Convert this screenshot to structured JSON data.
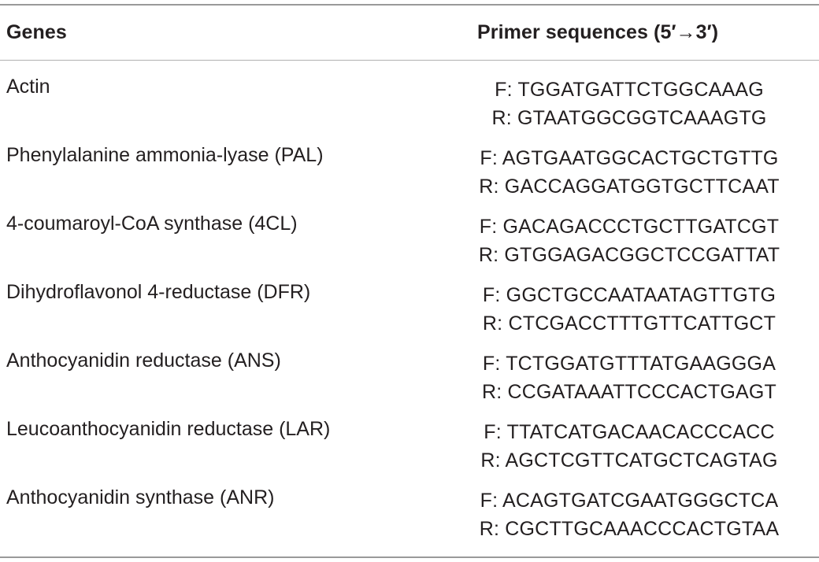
{
  "table": {
    "header": {
      "genes": "Genes",
      "primers": "Primer sequences (5′→3′)"
    },
    "rows": [
      {
        "gene": "Actin",
        "forward": "F: TGGATGATTCTGGCAAAG",
        "reverse": "R: GTAATGGCGGTCAAAGTG"
      },
      {
        "gene": "Phenylalanine ammonia-lyase (PAL)",
        "forward": "F: AGTGAATGGCACTGCTGTTG",
        "reverse": "R: GACCAGGATGGTGCTTCAAT"
      },
      {
        "gene": "4-coumaroyl-CoA synthase (4CL)",
        "forward": "F: GACAGACCCTGCTTGATCGT",
        "reverse": "R: GTGGAGACGGCTCCGATTAT"
      },
      {
        "gene": "Dihydroflavonol 4-reductase (DFR)",
        "forward": "F: GGCTGCCAATAATAGTTGTG",
        "reverse": "R: CTCGACCTTTGTTCATTGCT"
      },
      {
        "gene": "Anthocyanidin reductase (ANS)",
        "forward": "F: TCTGGATGTTTATGAAGGGA",
        "reverse": "R: CCGATAAATTCCCACTGAGT"
      },
      {
        "gene": "Leucoanthocyanidin reductase (LAR)",
        "forward": "F: TTATCATGACAACACCCACC",
        "reverse": "R: AGCTCGTTCATGCTCAGTAG"
      },
      {
        "gene": "Anthocyanidin synthase (ANR)",
        "forward": "F: ACAGTGATCGAATGGGCTCA",
        "reverse": "R: CGCTTGCAAACCCACTGTAA"
      }
    ]
  }
}
